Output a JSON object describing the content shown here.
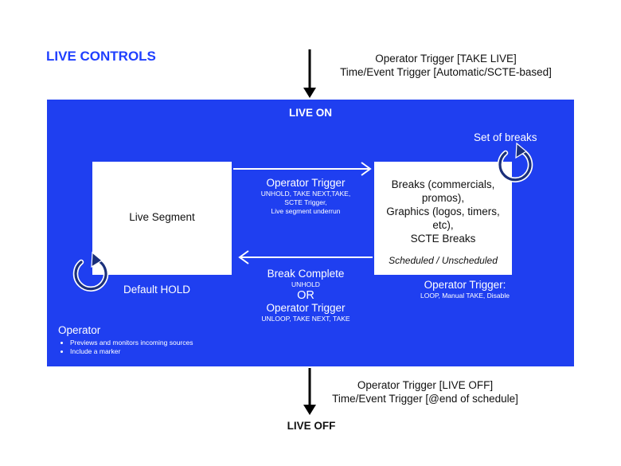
{
  "title": "LIVE CONTROLS",
  "top_trigger": {
    "line1": "Operator Trigger [TAKE LIVE]",
    "line2": "Time/Event Trigger [Automatic/SCTE-based]"
  },
  "panel": {
    "heading": "LIVE ON",
    "live_segment": "Live Segment",
    "default_hold": "Default HOLD",
    "set_of_breaks": "Set of breaks",
    "breaks_box": {
      "line1": "Breaks (commercials,",
      "line2": "promos),",
      "line3": "Graphics (logos, timers,",
      "line4": "etc),",
      "line5": "SCTE Breaks",
      "subtitle": "Scheduled / Unscheduled"
    },
    "forward": {
      "title": "Operator Trigger",
      "line1": "UNHOLD, TAKE NEXT,TAKE,",
      "line2": "SCTE Trigger,",
      "line3": "Live segment  underrun"
    },
    "back": {
      "title": "Break Complete",
      "sub1": "UNHOLD",
      "or": "OR",
      "title2": "Operator Trigger",
      "sub2": "UNLOOP, TAKE NEXT, TAKE"
    },
    "right_trigger": {
      "title": "Operator Trigger:",
      "sub": "LOOP, Manual TAKE, Disable"
    },
    "operator": {
      "title": "Operator",
      "items": [
        "Previews  and monitors incoming sources",
        "Include a marker"
      ]
    }
  },
  "bottom_trigger": {
    "line1": "Operator Trigger [LIVE OFF]",
    "line2": "Time/Event Trigger [@end of schedule]"
  },
  "live_off": "LIVE OFF",
  "colors": {
    "panel": "#1f3ff0",
    "title": "#1f3fff",
    "cycle_icon": "#1a2f7a"
  }
}
